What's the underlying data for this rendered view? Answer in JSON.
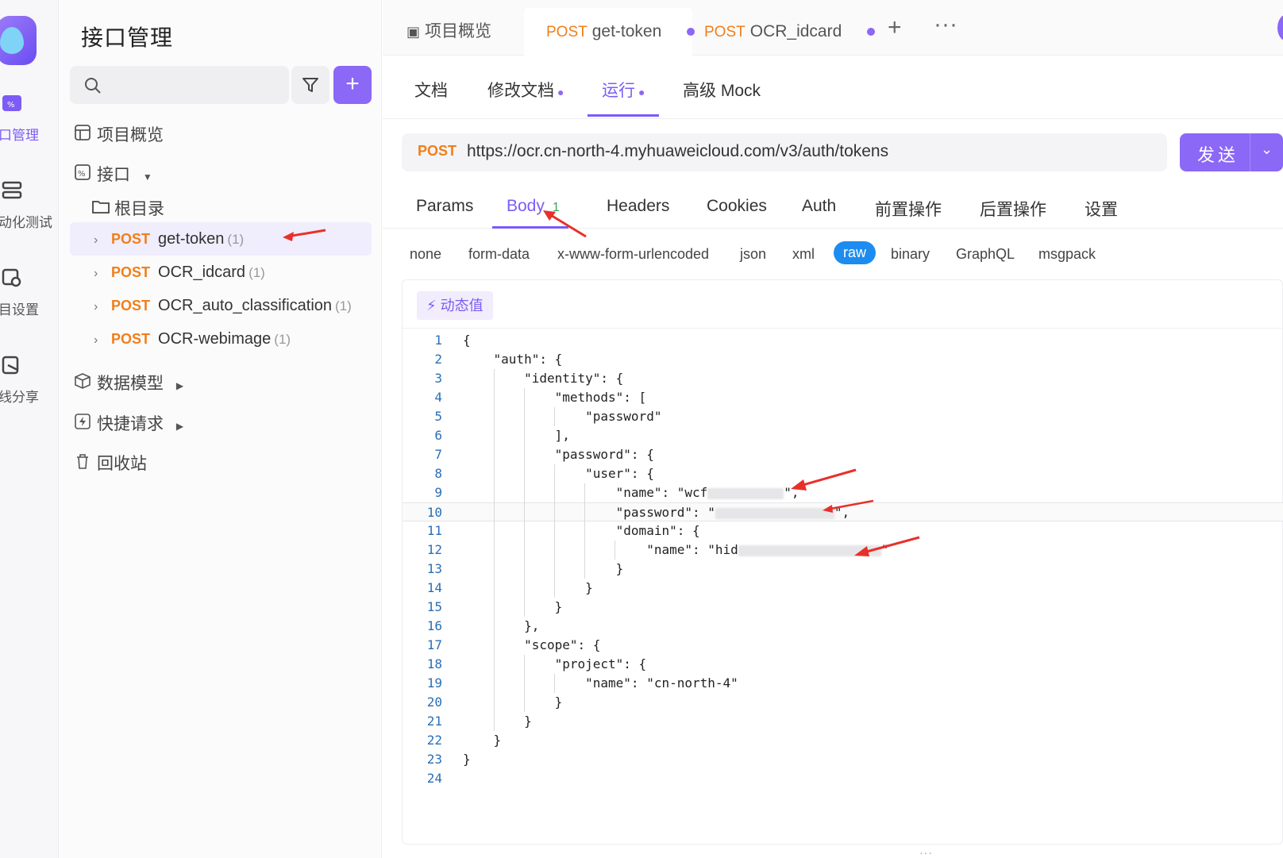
{
  "rail": {
    "items": [
      {
        "label": "口管理",
        "icon": "api-management-icon",
        "active": true
      },
      {
        "label": "动化测试",
        "icon": "automated-test-icon",
        "active": false
      },
      {
        "label": "目设置",
        "icon": "project-settings-icon",
        "active": false
      },
      {
        "label": "线分享",
        "icon": "online-share-icon",
        "active": false
      }
    ]
  },
  "sidebar": {
    "title": "接口管理",
    "search_placeholder": "",
    "add_label": "+",
    "nav": {
      "overview": "项目概览",
      "api": "接口",
      "root": "根目录",
      "models": "数据模型",
      "quick": "快捷请求",
      "trash": "回收站"
    },
    "endpoints": [
      {
        "method": "POST",
        "name": "get-token",
        "count": "(1)",
        "selected": true
      },
      {
        "method": "POST",
        "name": "OCR_idcard",
        "count": "(1)",
        "selected": false
      },
      {
        "method": "POST",
        "name": "OCR_auto_classification",
        "count": "(1)",
        "selected": false
      },
      {
        "method": "POST",
        "name": "OCR-webimage",
        "count": "(1)",
        "selected": false
      }
    ]
  },
  "tabs": [
    {
      "label": "项目概览"
    },
    {
      "method": "POST",
      "label": "get-token"
    },
    {
      "method": "POST",
      "label": "OCR_idcard"
    }
  ],
  "subtabs": [
    "文档",
    "修改文档",
    "运行",
    "高级 Mock"
  ],
  "request": {
    "method": "POST",
    "url": "https://ocr.cn-north-4.myhuaweicloud.com/v3/auth/tokens",
    "send_label": "发送"
  },
  "req_tabs": [
    {
      "label": "Params"
    },
    {
      "label": "Body",
      "badge": "1"
    },
    {
      "label": "Headers"
    },
    {
      "label": "Cookies"
    },
    {
      "label": "Auth"
    },
    {
      "label": "前置操作"
    },
    {
      "label": "后置操作"
    },
    {
      "label": "设置"
    }
  ],
  "body_types": [
    "none",
    "form-data",
    "x-www-form-urlencoded",
    "json",
    "xml",
    "raw",
    "binary",
    "GraphQL",
    "msgpack"
  ],
  "dynamic_value_label": "动态值",
  "code": {
    "line_numbers": [
      "1",
      "2",
      "3",
      "4",
      "5",
      "6",
      "7",
      "8",
      "9",
      "10",
      "11",
      "12",
      "13",
      "14",
      "15",
      "16",
      "17",
      "18",
      "19",
      "20",
      "21",
      "22",
      "23",
      "24"
    ],
    "lines": [
      "{",
      "    \"auth\": {",
      "        \"identity\": {",
      "            \"methods\": [",
      "                \"password\"",
      "            ],",
      "            \"password\": {",
      "                \"user\": {",
      "                    \"name\": \"wcf",
      "                    \"password\": \"",
      "                    \"domain\": {",
      "                        \"name\": \"hid",
      "                    }",
      "                }",
      "            }",
      "        },",
      "        \"scope\": {",
      "            \"project\": {",
      "                \"name\": \"cn-north-4\"",
      "            }",
      "        }",
      "    }",
      "}",
      ""
    ],
    "tails": {
      "9": "\",",
      "10": "\",",
      "12": "\""
    },
    "highlight_line": 10
  },
  "colors": {
    "accent": "#8b68f6",
    "method": "#f07f1a",
    "raw_pill": "#1d8cf0",
    "arrow": "#e8302a"
  }
}
